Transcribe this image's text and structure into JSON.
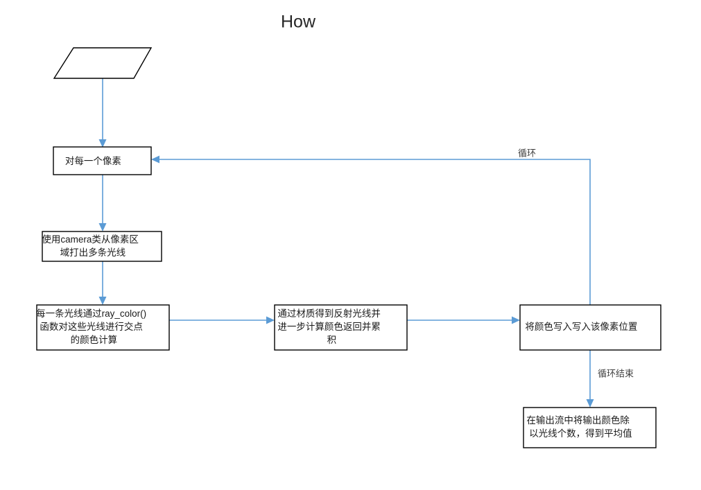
{
  "title": "How",
  "colors": {
    "connector": "#5b9bd5",
    "node_stroke": "#000000",
    "node_fill": "#ffffff",
    "text": "#1a1a1a",
    "title_text": "#262626",
    "label_text": "#3f3f3f",
    "background": "#ffffff"
  },
  "nodes": {
    "start": {
      "shape": "parallelogram",
      "text": ""
    },
    "for_each_pixel": {
      "shape": "rectangle",
      "lines": [
        "对每一个像素"
      ]
    },
    "camera_rays": {
      "shape": "rectangle",
      "lines": [
        "使用camera类从像素区",
        "域打出多条光线"
      ]
    },
    "ray_color": {
      "shape": "rectangle",
      "lines": [
        "每一条光线通过ray_color()",
        "函数对这些光线进行交点",
        "的颜色计算"
      ]
    },
    "material_bounce": {
      "shape": "rectangle",
      "lines": [
        "通过材质得到反射光线并",
        "进一步计算颜色返回并累",
        "积"
      ]
    },
    "write_pixel": {
      "shape": "rectangle",
      "lines": [
        "将颜色写入写入该像素位置"
      ]
    },
    "average_output": {
      "shape": "rectangle",
      "lines": [
        "在输出流中将输出颜色除",
        "以光线个数，得到平均值"
      ]
    }
  },
  "edge_labels": {
    "loop": "循环",
    "loop_end": "循环结束"
  }
}
